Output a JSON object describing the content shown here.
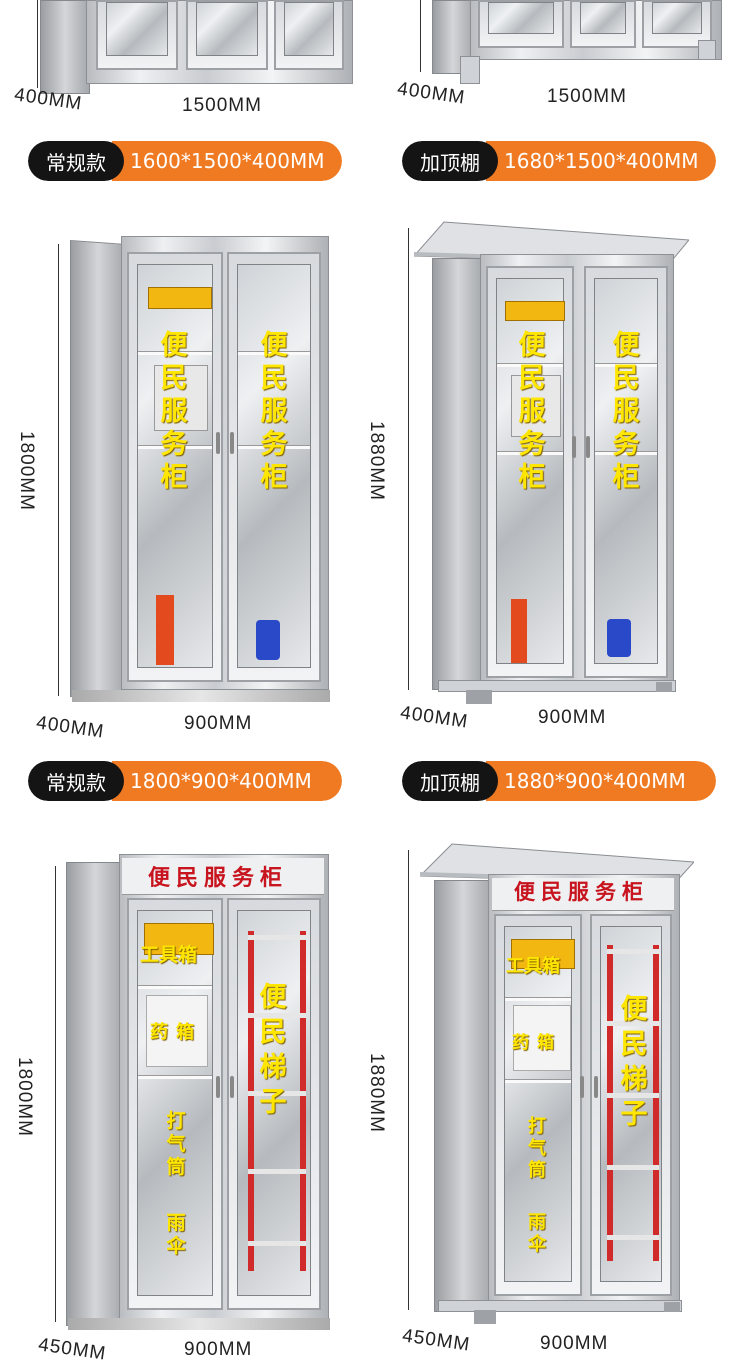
{
  "row1": {
    "left": {
      "depth_label": "400MM",
      "width_label": "1500MM",
      "badge_style": "常规款",
      "badge_size": "1600*1500*400MM"
    },
    "right": {
      "depth_label": "400MM",
      "width_label": "1500MM",
      "badge_style": "加顶棚",
      "badge_size": "1680*1500*400MM"
    }
  },
  "row2": {
    "left": {
      "height_label": "1800MM",
      "depth_label": "400MM",
      "width_label": "900MM",
      "door_text": "便民服务柜",
      "badge_style": "常规款",
      "badge_size": "1800*900*400MM"
    },
    "right": {
      "height_label": "1880MM",
      "depth_label": "400MM",
      "width_label": "900MM",
      "door_text": "便民服务柜",
      "badge_style": "加顶棚",
      "badge_size": "1880*900*400MM"
    }
  },
  "row3": {
    "left": {
      "height_label": "1800MM",
      "depth_label": "450MM",
      "width_label": "900MM",
      "sign": "便民服务柜",
      "toolbox_label": "工具箱",
      "medkit_label": "药箱",
      "pump_label": "打气筒",
      "umbrella_label": "雨伞",
      "ladder_label": "便民梯子"
    },
    "right": {
      "height_label": "1880MM",
      "depth_label": "450MM",
      "width_label": "900MM",
      "sign": "便民服务柜",
      "toolbox_label": "工具箱",
      "medkit_label": "药箱",
      "pump_label": "打气筒",
      "umbrella_label": "雨伞",
      "ladder_label": "便民梯子"
    }
  },
  "colors": {
    "badge_dark": "#141414",
    "badge_orange": "#f07a22",
    "door_text": "#ffe600",
    "sign_red": "#c8141e"
  }
}
